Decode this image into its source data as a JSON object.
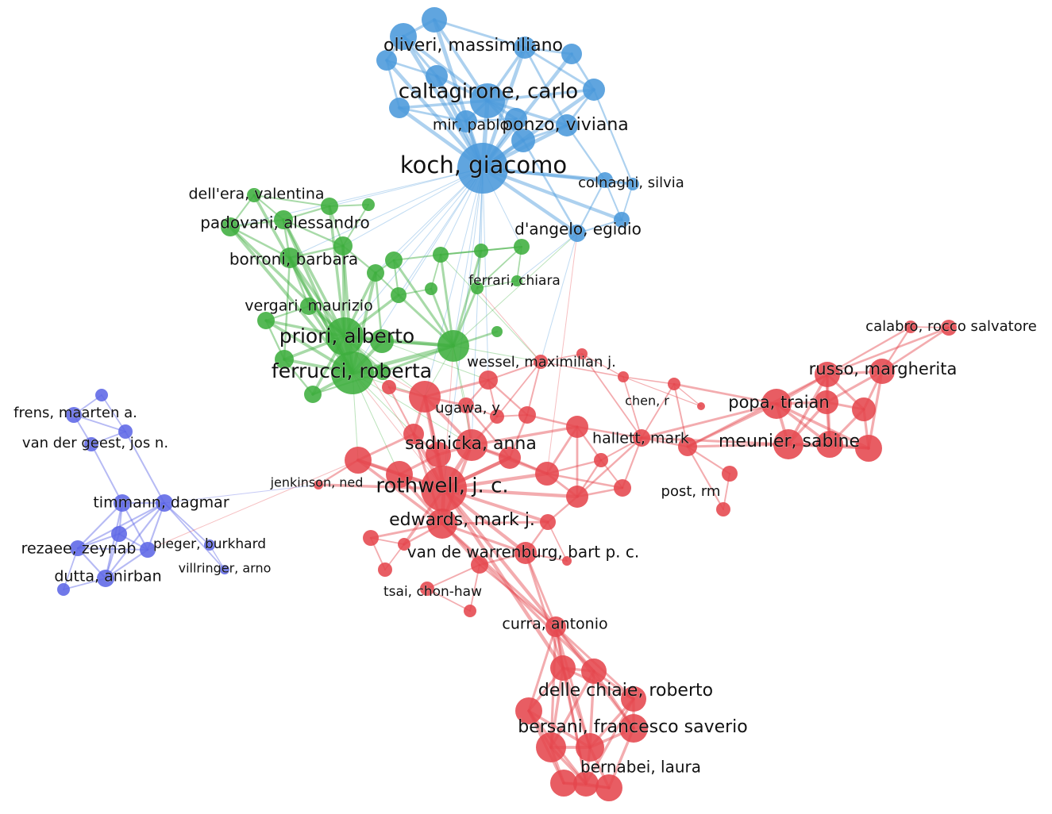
{
  "clusters": {
    "blue": "#4a98db",
    "green": "#3dae3d",
    "red": "#e5474d",
    "purple": "#5d66e6"
  },
  "nodes": [
    {
      "id": "b01",
      "cluster": "blue",
      "size": 16,
      "label": ""
    },
    {
      "id": "b02",
      "cluster": "blue",
      "size": 17,
      "label": ""
    },
    {
      "id": "b03",
      "cluster": "blue",
      "size": 14,
      "label": "oliveri, massimiliano"
    },
    {
      "id": "b04",
      "cluster": "blue",
      "size": 13,
      "label": ""
    },
    {
      "id": "b05",
      "cluster": "blue",
      "size": 13,
      "label": ""
    },
    {
      "id": "b06",
      "cluster": "blue",
      "size": 14,
      "label": ""
    },
    {
      "id": "b07",
      "cluster": "blue",
      "size": 14,
      "label": ""
    },
    {
      "id": "b08",
      "cluster": "blue",
      "size": 22,
      "label": "caltagirone, carlo"
    },
    {
      "id": "b09",
      "cluster": "blue",
      "size": 13,
      "label": ""
    },
    {
      "id": "b10",
      "cluster": "blue",
      "size": 14,
      "label": ""
    },
    {
      "id": "b11",
      "cluster": "blue",
      "size": 14,
      "label": "mir, pablo"
    },
    {
      "id": "b12",
      "cluster": "blue",
      "size": 14,
      "label": "ponzo, viviana"
    },
    {
      "id": "b13",
      "cluster": "blue",
      "size": 15,
      "label": ""
    },
    {
      "id": "b14",
      "cluster": "blue",
      "size": 32,
      "label": "koch, giacomo"
    },
    {
      "id": "b15",
      "cluster": "blue",
      "size": 10,
      "label": "colnaghi, silvia"
    },
    {
      "id": "b16",
      "cluster": "blue",
      "size": 8,
      "label": ""
    },
    {
      "id": "b17",
      "cluster": "blue",
      "size": 10,
      "label": ""
    },
    {
      "id": "b18",
      "cluster": "blue",
      "size": 11,
      "label": "d'angelo, egidio"
    },
    {
      "id": "g01",
      "cluster": "green",
      "size": 9,
      "label": "dell'era, valentina"
    },
    {
      "id": "g02",
      "cluster": "green",
      "size": 11,
      "label": ""
    },
    {
      "id": "g03",
      "cluster": "green",
      "size": 8,
      "label": ""
    },
    {
      "id": "g04",
      "cluster": "green",
      "size": 12,
      "label": "padovani, alessandro"
    },
    {
      "id": "g05",
      "cluster": "green",
      "size": 12,
      "label": ""
    },
    {
      "id": "g06",
      "cluster": "green",
      "size": 12,
      "label": ""
    },
    {
      "id": "g07",
      "cluster": "green",
      "size": 13,
      "label": "borroni, barbara"
    },
    {
      "id": "g08",
      "cluster": "green",
      "size": 11,
      "label": ""
    },
    {
      "id": "g09",
      "cluster": "green",
      "size": 10,
      "label": ""
    },
    {
      "id": "g10",
      "cluster": "green",
      "size": 10,
      "label": ""
    },
    {
      "id": "g11",
      "cluster": "green",
      "size": 9,
      "label": ""
    },
    {
      "id": "g12",
      "cluster": "green",
      "size": 11,
      "label": ""
    },
    {
      "id": "g13",
      "cluster": "green",
      "size": 7,
      "label": ""
    },
    {
      "id": "g14",
      "cluster": "green",
      "size": 10,
      "label": ""
    },
    {
      "id": "g15",
      "cluster": "green",
      "size": 8,
      "label": ""
    },
    {
      "id": "g16",
      "cluster": "green",
      "size": 8,
      "label": "ferrari, chiara"
    },
    {
      "id": "g17",
      "cluster": "green",
      "size": 11,
      "label": "vergari, maurizio"
    },
    {
      "id": "g18",
      "cluster": "green",
      "size": 11,
      "label": ""
    },
    {
      "id": "g19",
      "cluster": "green",
      "size": 24,
      "label": "priori, alberto"
    },
    {
      "id": "g20",
      "cluster": "green",
      "size": 15,
      "label": ""
    },
    {
      "id": "g21",
      "cluster": "green",
      "size": 20,
      "label": ""
    },
    {
      "id": "g22",
      "cluster": "green",
      "size": 27,
      "label": "ferrucci, roberta"
    },
    {
      "id": "g23",
      "cluster": "green",
      "size": 12,
      "label": ""
    },
    {
      "id": "g24",
      "cluster": "green",
      "size": 11,
      "label": ""
    },
    {
      "id": "g25",
      "cluster": "green",
      "size": 10,
      "label": ""
    },
    {
      "id": "g26",
      "cluster": "green",
      "size": 7,
      "label": ""
    },
    {
      "id": "g27",
      "cluster": "green",
      "size": 12,
      "label": ""
    },
    {
      "id": "r01",
      "cluster": "red",
      "size": 8,
      "label": "calabro, rocco salvatore"
    },
    {
      "id": "r02",
      "cluster": "red",
      "size": 10,
      "label": ""
    },
    {
      "id": "r03",
      "cluster": "red",
      "size": 16,
      "label": "russo, margherita"
    },
    {
      "id": "r04",
      "cluster": "red",
      "size": 16,
      "label": ""
    },
    {
      "id": "r05",
      "cluster": "red",
      "size": 19,
      "label": "popa, traian"
    },
    {
      "id": "r06",
      "cluster": "red",
      "size": 15,
      "label": ""
    },
    {
      "id": "r07",
      "cluster": "red",
      "size": 15,
      "label": ""
    },
    {
      "id": "r08",
      "cluster": "red",
      "size": 19,
      "label": "meunier, sabine"
    },
    {
      "id": "r09",
      "cluster": "red",
      "size": 17,
      "label": ""
    },
    {
      "id": "r10",
      "cluster": "red",
      "size": 17,
      "label": ""
    },
    {
      "id": "r11",
      "cluster": "red",
      "size": 9,
      "label": "wessel, maximilian j."
    },
    {
      "id": "r12",
      "cluster": "red",
      "size": 7,
      "label": ""
    },
    {
      "id": "r13",
      "cluster": "red",
      "size": 7,
      "label": ""
    },
    {
      "id": "r14",
      "cluster": "red",
      "size": 8,
      "label": "chen, r"
    },
    {
      "id": "r15",
      "cluster": "red",
      "size": 5,
      "label": ""
    },
    {
      "id": "r16",
      "cluster": "red",
      "size": 12,
      "label": ""
    },
    {
      "id": "r17",
      "cluster": "red",
      "size": 9,
      "label": ""
    },
    {
      "id": "r18",
      "cluster": "red",
      "size": 20,
      "label": ""
    },
    {
      "id": "r19",
      "cluster": "red",
      "size": 10,
      "label": "ugawa, y"
    },
    {
      "id": "r20",
      "cluster": "red",
      "size": 13,
      "label": ""
    },
    {
      "id": "r21",
      "cluster": "red",
      "size": 9,
      "label": ""
    },
    {
      "id": "r22",
      "cluster": "red",
      "size": 11,
      "label": ""
    },
    {
      "id": "r23",
      "cluster": "red",
      "size": 14,
      "label": ""
    },
    {
      "id": "r24",
      "cluster": "red",
      "size": 20,
      "label": "sadnicka, anna"
    },
    {
      "id": "r25",
      "cluster": "red",
      "size": 16,
      "label": ""
    },
    {
      "id": "r26",
      "cluster": "red",
      "size": 11,
      "label": "hallett, mark"
    },
    {
      "id": "r27",
      "cluster": "red",
      "size": 12,
      "label": ""
    },
    {
      "id": "r28",
      "cluster": "red",
      "size": 14,
      "label": ""
    },
    {
      "id": "r29",
      "cluster": "red",
      "size": 9,
      "label": ""
    },
    {
      "id": "r30",
      "cluster": "red",
      "size": 17,
      "label": ""
    },
    {
      "id": "r31",
      "cluster": "red",
      "size": 17,
      "label": ""
    },
    {
      "id": "r32",
      "cluster": "red",
      "size": 15,
      "label": ""
    },
    {
      "id": "r33",
      "cluster": "red",
      "size": 6,
      "label": "jenkinson, ned"
    },
    {
      "id": "r34",
      "cluster": "red",
      "size": 29,
      "label": "rothwell, j. c."
    },
    {
      "id": "r35",
      "cluster": "red",
      "size": 11,
      "label": ""
    },
    {
      "id": "r36",
      "cluster": "red",
      "size": 10,
      "label": ""
    },
    {
      "id": "r37",
      "cluster": "red",
      "size": 9,
      "label": "post, rm"
    },
    {
      "id": "r38",
      "cluster": "red",
      "size": 14,
      "label": ""
    },
    {
      "id": "r39",
      "cluster": "red",
      "size": 19,
      "label": "edwards, mark j."
    },
    {
      "id": "r40",
      "cluster": "red",
      "size": 10,
      "label": ""
    },
    {
      "id": "r41",
      "cluster": "red",
      "size": 10,
      "label": ""
    },
    {
      "id": "r42",
      "cluster": "red",
      "size": 8,
      "label": ""
    },
    {
      "id": "r43",
      "cluster": "red",
      "size": 14,
      "label": "van de warrenburg, bart p. c."
    },
    {
      "id": "r44",
      "cluster": "red",
      "size": 6,
      "label": ""
    },
    {
      "id": "r45",
      "cluster": "red",
      "size": 9,
      "label": ""
    },
    {
      "id": "r46",
      "cluster": "red",
      "size": 11,
      "label": ""
    },
    {
      "id": "r47",
      "cluster": "red",
      "size": 9,
      "label": "tsai, chon-haw"
    },
    {
      "id": "r48",
      "cluster": "red",
      "size": 8,
      "label": ""
    },
    {
      "id": "r49",
      "cluster": "red",
      "size": 13,
      "label": "curra, antonio"
    },
    {
      "id": "r50",
      "cluster": "red",
      "size": 16,
      "label": ""
    },
    {
      "id": "r51",
      "cluster": "red",
      "size": 16,
      "label": "delle chiaie, roberto"
    },
    {
      "id": "r52",
      "cluster": "red",
      "size": 17,
      "label": ""
    },
    {
      "id": "r53",
      "cluster": "red",
      "size": 16,
      "label": ""
    },
    {
      "id": "r54",
      "cluster": "red",
      "size": 18,
      "label": "bersani, francesco saverio"
    },
    {
      "id": "r55",
      "cluster": "red",
      "size": 19,
      "label": ""
    },
    {
      "id": "r56",
      "cluster": "red",
      "size": 18,
      "label": ""
    },
    {
      "id": "r57",
      "cluster": "red",
      "size": 16,
      "label": "bernabei, laura"
    },
    {
      "id": "r58",
      "cluster": "red",
      "size": 17,
      "label": ""
    },
    {
      "id": "r59",
      "cluster": "red",
      "size": 17,
      "label": ""
    },
    {
      "id": "p01",
      "cluster": "purple",
      "size": 8,
      "label": ""
    },
    {
      "id": "p02",
      "cluster": "purple",
      "size": 10,
      "label": "frens, maarten a."
    },
    {
      "id": "p03",
      "cluster": "purple",
      "size": 9,
      "label": "van der geest, jos n."
    },
    {
      "id": "p04",
      "cluster": "purple",
      "size": 9,
      "label": ""
    },
    {
      "id": "p05",
      "cluster": "purple",
      "size": 11,
      "label": "timmann, dagmar"
    },
    {
      "id": "p06",
      "cluster": "purple",
      "size": 11,
      "label": ""
    },
    {
      "id": "p07",
      "cluster": "purple",
      "size": 10,
      "label": ""
    },
    {
      "id": "p08",
      "cluster": "purple",
      "size": 10,
      "label": "rezaee, zeynab"
    },
    {
      "id": "p09",
      "cluster": "purple",
      "size": 10,
      "label": ""
    },
    {
      "id": "p10",
      "cluster": "purple",
      "size": 7,
      "label": "pleger, burkhard"
    },
    {
      "id": "p11",
      "cluster": "purple",
      "size": 11,
      "label": "dutta, anirban"
    },
    {
      "id": "p12",
      "cluster": "purple",
      "size": 6,
      "label": "villringer, arno"
    },
    {
      "id": "p13",
      "cluster": "purple",
      "size": 8,
      "label": ""
    }
  ]
}
